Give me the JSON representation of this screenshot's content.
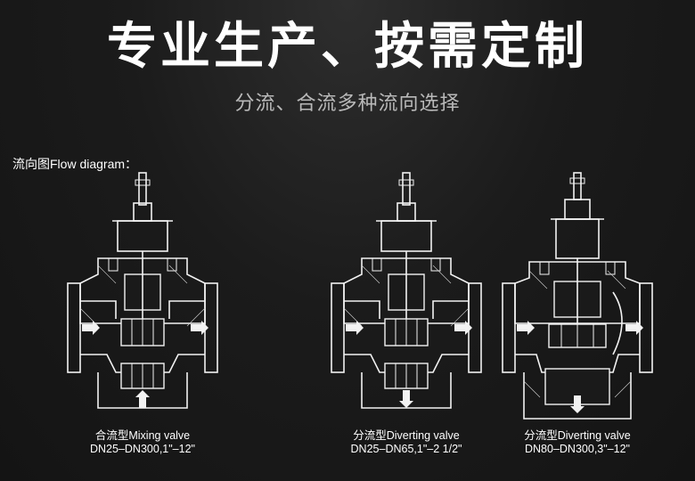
{
  "header": {
    "title": "专业生产、按需定制",
    "subtitle": "分流、合流多种流向选择"
  },
  "flow_label": "流向图Flow diagram：",
  "valves": [
    {
      "line1": "合流型Mixing valve",
      "line2": "DN25–DN300,1\"–12\""
    },
    {
      "line1": "分流型Diverting valve",
      "line2": "DN25–DN65,1\"–2 1/2\""
    },
    {
      "line1": "分流型Diverting valve",
      "line2": "DN80–DN300,3\"–12\""
    }
  ],
  "colors": {
    "background": "#1b1b1b",
    "text": "#ffffff",
    "subtitle": "#b9b9b9",
    "line_art": "#f2f2f2"
  }
}
